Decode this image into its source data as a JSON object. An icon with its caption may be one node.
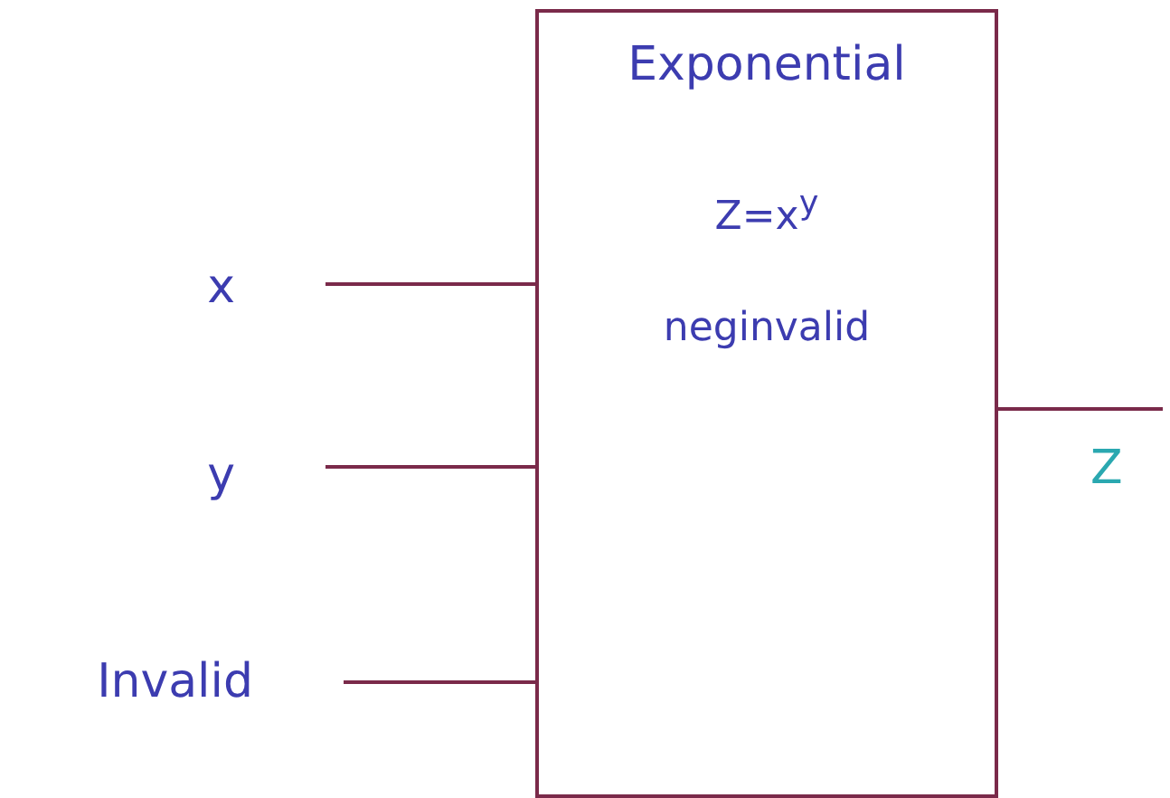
{
  "diagram": {
    "nodes": [
      {
        "text": [
          "Exponential",
          "Z=x$^{y}$",
          "neginvalid"
        ]
      },
      {
        "text": [
          "x"
        ]
      },
      {
        "text": [
          "y"
        ]
      },
      {
        "text": [
          "Invalid"
        ]
      },
      {
        "text": [
          "Z"
        ]
      }
    ],
    "edges": [
      {
        "from": 1,
        "to": 0,
        "arrow": "none"
      },
      {
        "from": 2,
        "to": 0,
        "arrow": "none"
      },
      {
        "from": 3,
        "to": 0,
        "arrow": "none"
      },
      {
        "from": 0,
        "to": 4,
        "arrow": "none"
      }
    ]
  }
}
